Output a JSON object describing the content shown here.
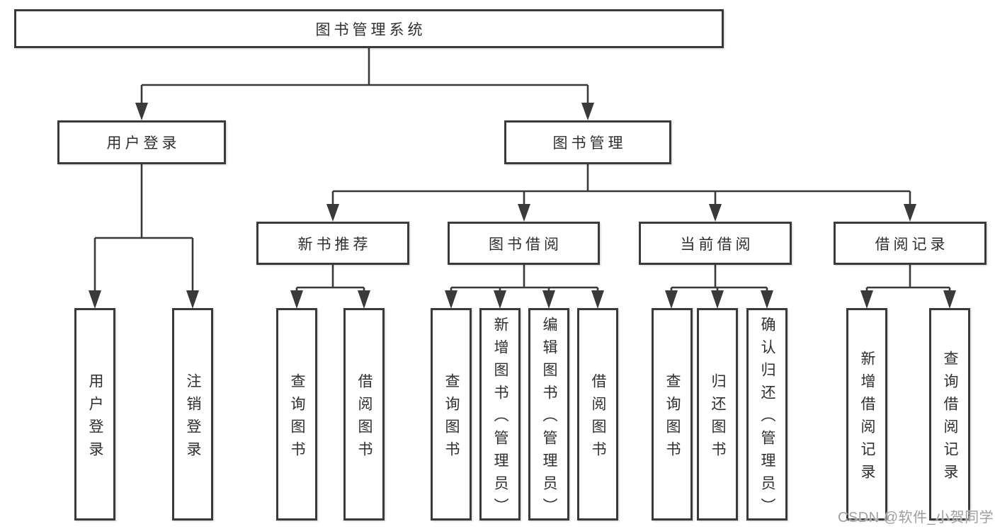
{
  "tree": {
    "root": {
      "label": "图书管理系统"
    },
    "children": [
      {
        "label": "用户登录",
        "children": [
          {
            "label": "用户登录"
          },
          {
            "label": "注销登录"
          }
        ]
      },
      {
        "label": "图书管理",
        "children": [
          {
            "label": "新书推荐",
            "children": [
              {
                "label": "查询图书"
              },
              {
                "label": "借阅图书"
              }
            ]
          },
          {
            "label": "图书借阅",
            "children": [
              {
                "label": "查询图书"
              },
              {
                "label": "新增图书（管理员）"
              },
              {
                "label": "编辑图书（管理员）"
              },
              {
                "label": "借阅图书"
              }
            ]
          },
          {
            "label": "当前借阅",
            "children": [
              {
                "label": "查询图书"
              },
              {
                "label": "归还图书"
              },
              {
                "label": "确认归还（管理员）"
              }
            ]
          },
          {
            "label": "借阅记录",
            "children": [
              {
                "label": "新增借阅记录"
              },
              {
                "label": "查询借阅记录"
              }
            ]
          }
        ]
      }
    ]
  },
  "watermark": {
    "text": "CSDN @软件_小贺同学"
  },
  "colors": {
    "line": "#3a3a3a",
    "text": "#2f2f2f",
    "watermark": "#9e9e9e",
    "background": "#ffffff"
  }
}
